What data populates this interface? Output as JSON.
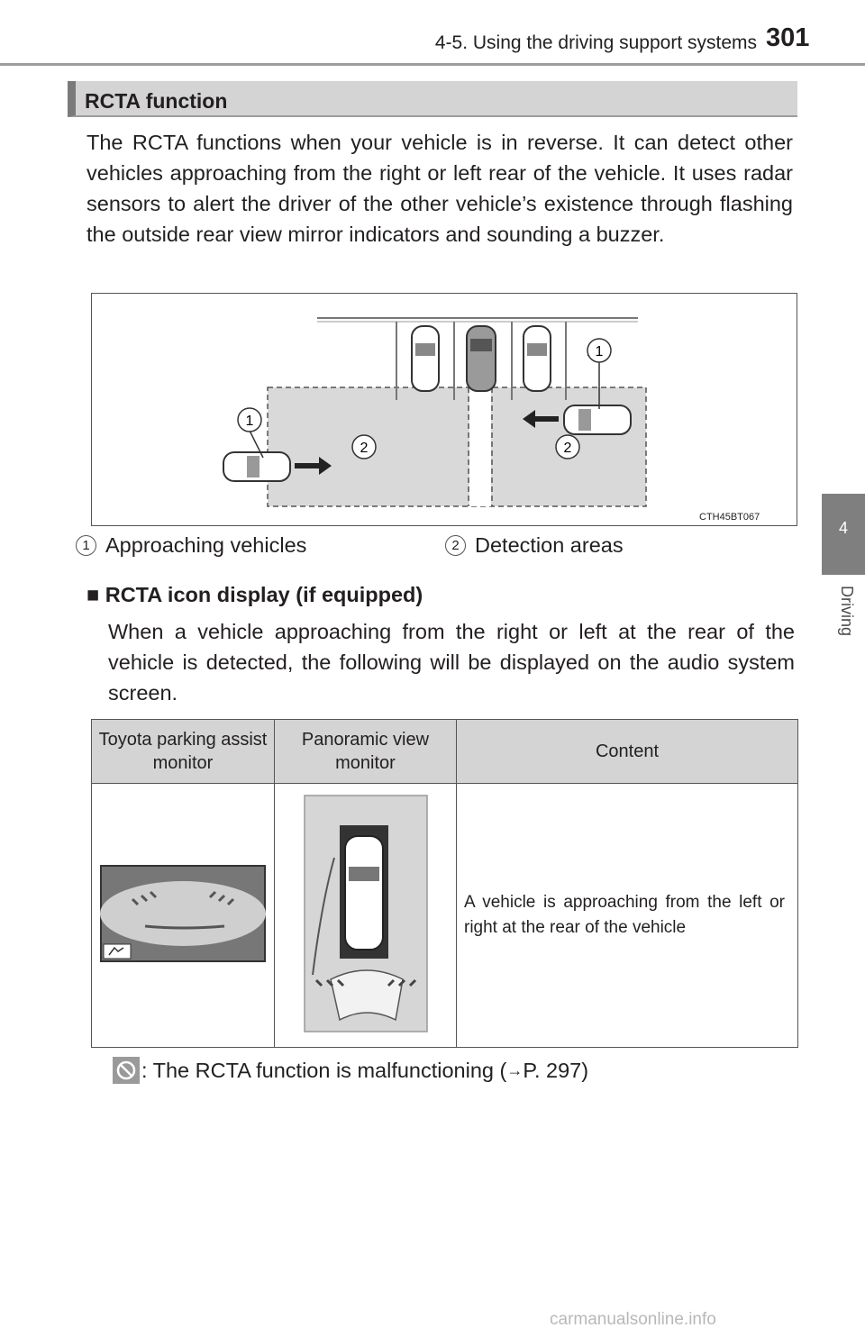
{
  "header": {
    "section": "4-5. Using the driving support systems",
    "page_number": "301"
  },
  "side_tab": {
    "number": "4",
    "label": "Driving"
  },
  "heading": "RCTA function",
  "intro": "The RCTA functions when your vehicle is in reverse. It can detect other vehicles approaching from the right or left rear of the vehicle. It uses radar sensors to alert the driver of the other vehicle’s existence through flashing the outside rear view mirror indicators and sounding a buzzer.",
  "figure": {
    "code": "CTH45BT067",
    "callout_1": "1",
    "callout_2": "2"
  },
  "legend": [
    {
      "num": "1",
      "label": "Approaching vehicles"
    },
    {
      "num": "2",
      "label": "Detection areas"
    }
  ],
  "subheading": "RCTA icon display (if equipped)",
  "subheading_marker": "■",
  "subpara": "When a vehicle approaching from the right or left at the rear of the vehicle is detected, the following will be displayed on the audio system screen.",
  "table": {
    "headers": [
      "Toyota parking assist monitor",
      "Panoramic view monitor",
      "Content"
    ],
    "content": "A vehicle is approaching from the left or right at the rear of the vehicle"
  },
  "footnote": {
    "text": ": The RCTA function is malfunctioning (",
    "arrow": "→",
    "ref": "P. 297)"
  },
  "watermark": "carmanualsonline.info"
}
